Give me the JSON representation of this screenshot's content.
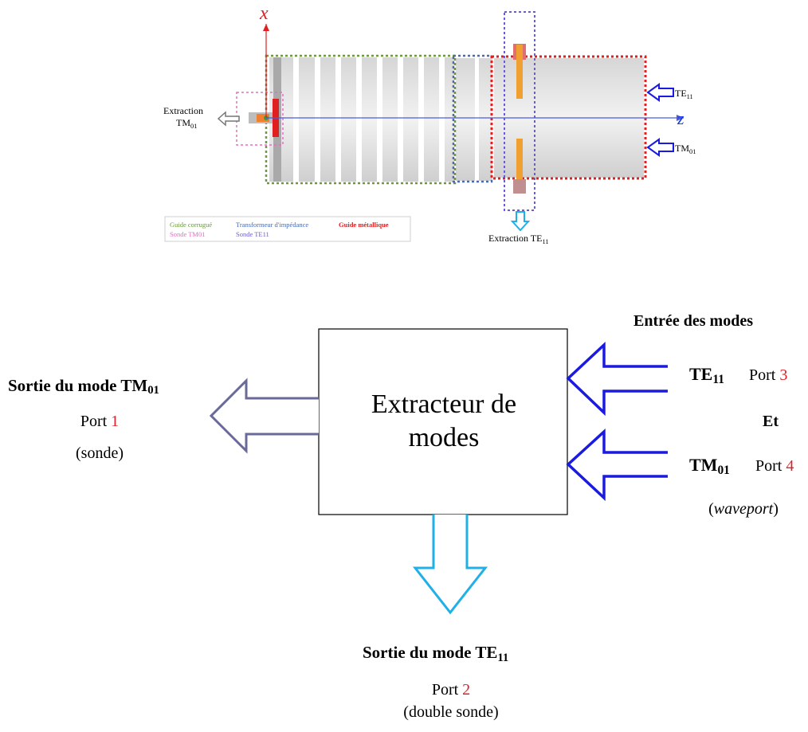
{
  "top_figure": {
    "axis_x_label": "x",
    "axis_z_label": "z",
    "extraction_tm_label": "Extraction",
    "extraction_tm_mode": "TM",
    "extraction_tm_sub": "01",
    "extraction_te_label": "Extraction TE",
    "extraction_te_sub": "11",
    "input_te_mode": "TE",
    "input_te_sub": "11",
    "input_tm_mode": "TM",
    "input_tm_sub": "01",
    "legend": {
      "item_green": "Guide corrugué",
      "item_blue": "Transformeur d'impédance",
      "item_red": "Guide métallique",
      "item_pink": "Sonde TM01",
      "item_violet": "Sonde TE11"
    },
    "colors": {
      "green": "#6a9a3a",
      "blue": "#4a6ab0",
      "red": "#e02020",
      "pink": "#e070c0",
      "violet": "#6a5ad8",
      "axis": "#4a5ae0",
      "axis_x": "#e02020"
    }
  },
  "block_diagram": {
    "box_label_line1": "Extracteur de",
    "box_label_line2": "modes",
    "left_title": "Sortie du mode TM",
    "left_title_sub": "01",
    "left_port_word": "Port",
    "left_port_num": "1",
    "left_note": "(sonde)",
    "right_heading": "Entrée des modes",
    "right_te_mode": "TE",
    "right_te_sub": "11",
    "right_te_port_word": "Port",
    "right_te_port_num": "3",
    "right_and": "Et",
    "right_tm_mode": "TM",
    "right_tm_sub": "01",
    "right_tm_port_word": "Port",
    "right_tm_port_num": "4",
    "right_note_open": "(",
    "right_note_italic": "waveport",
    "right_note_close": ")",
    "bottom_title": "Sortie du mode TE",
    "bottom_title_sub": "11",
    "bottom_port_word": "Port",
    "bottom_port_num": "2",
    "bottom_note": "(double sonde)",
    "colors": {
      "left_arrow": "#6a6a9a",
      "right_arrows": "#1a1ae0",
      "bottom_arrow": "#20b0e8",
      "port_number": "#e0202a"
    }
  }
}
